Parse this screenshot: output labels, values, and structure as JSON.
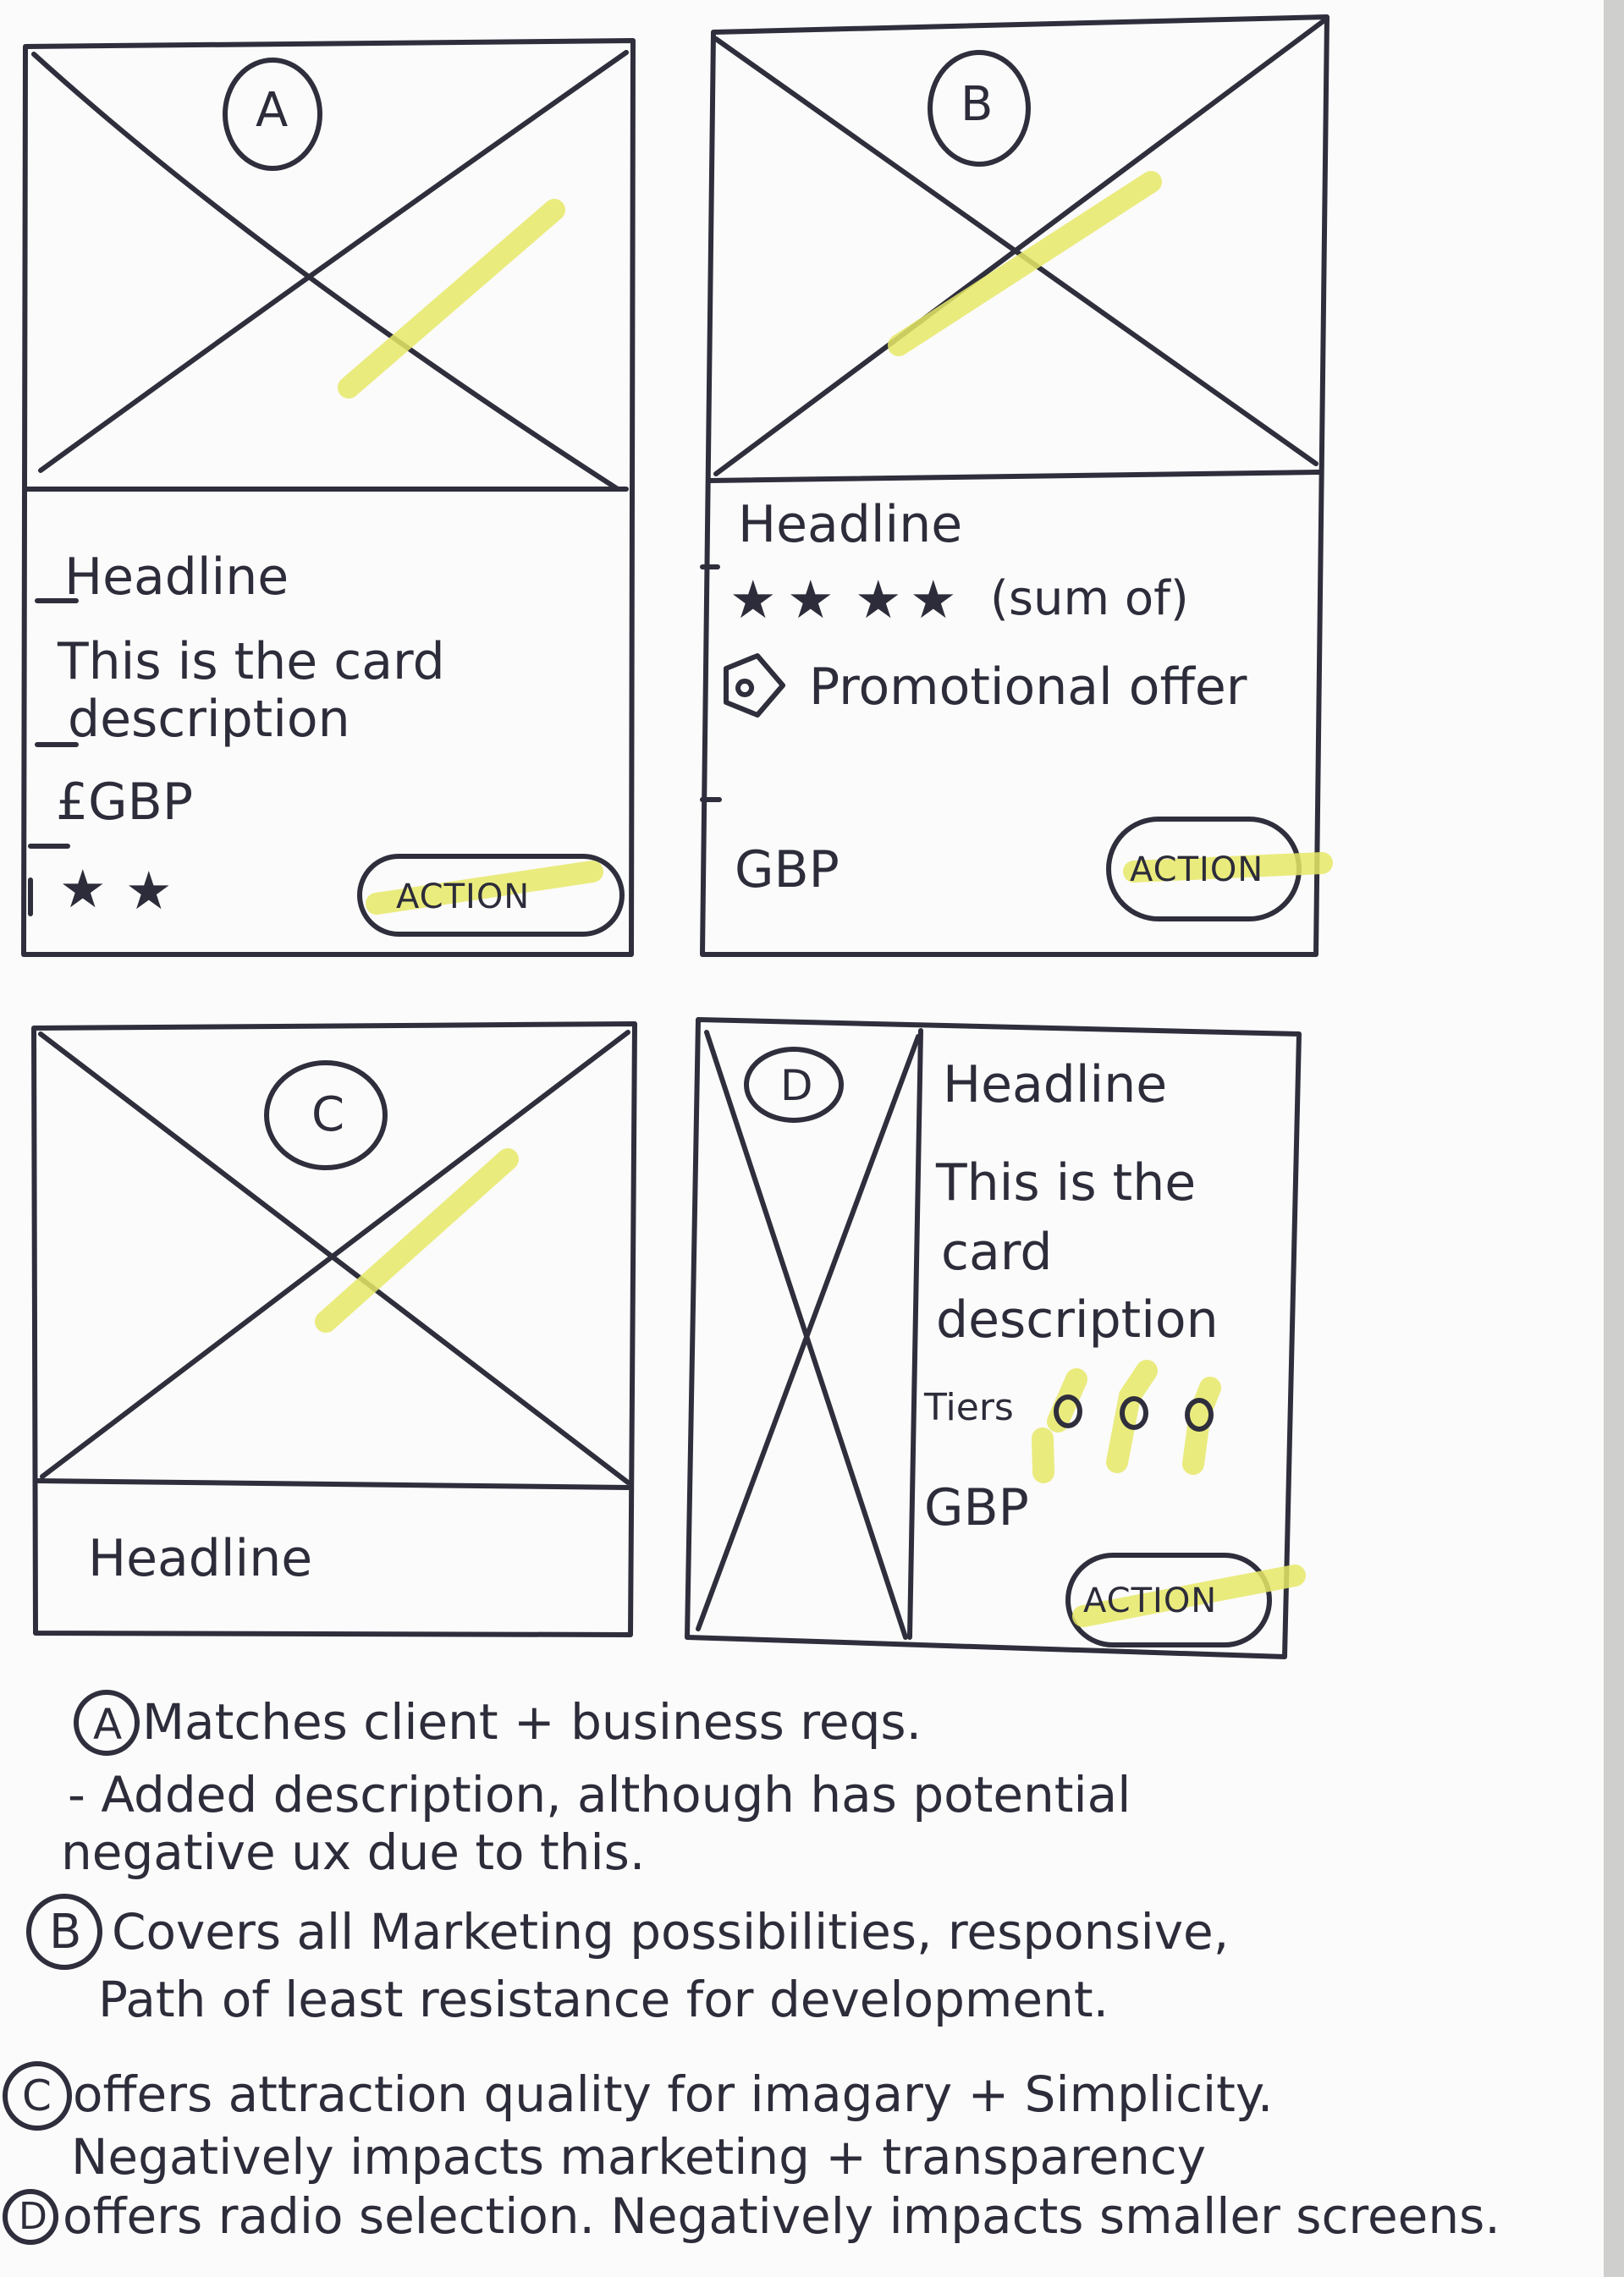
{
  "cards": {
    "a": {
      "letter": "A",
      "headline": "Headline",
      "desc_line1": "This is the card",
      "desc_line2": "description",
      "price": "£GBP",
      "action": "ACTION",
      "rating_stars": 2
    },
    "b": {
      "letter": "B",
      "headline": "Headline",
      "rating_note": "(sum of)",
      "promo": "Promotional offer",
      "price": "GBP",
      "action": "ACTION",
      "rating_stars": 4
    },
    "c": {
      "letter": "C",
      "headline": "Headline"
    },
    "d": {
      "letter": "D",
      "headline": "Headline",
      "desc_line1": "This is the",
      "desc_line2": "card",
      "desc_line3": "description",
      "tiers_label": "Tiers",
      "price": "GBP",
      "action": "ACTION"
    }
  },
  "notes": {
    "a_letter": "A",
    "a_line1": "Matches client + business reqs.",
    "a_line2": "- Added description, although has potential",
    "a_line3": "negative ux due to this.",
    "b_letter": "B",
    "b_line1": "Covers all Marketing possibilities, responsive,",
    "b_line2": "Path of least resistance for development.",
    "c_letter": "C",
    "c_line1": "offers attraction quality for imagary + Simplicity.",
    "c_line2": "Negatively impacts marketing + transparency",
    "d_letter": "D",
    "d_line1": "offers radio selection. Negatively impacts smaller screens."
  },
  "colors": {
    "ink": "#2e2e3c",
    "highlighter": "#e6e866",
    "paper": "#fbfbfb"
  },
  "icons": [
    "star-icon",
    "promo-tag-icon",
    "radio-icon",
    "image-placeholder-icon"
  ]
}
